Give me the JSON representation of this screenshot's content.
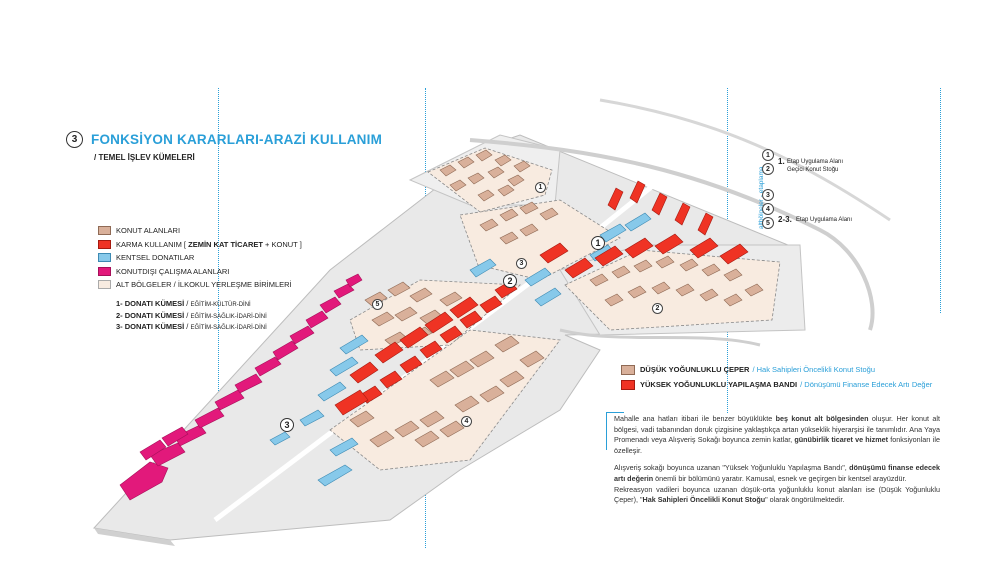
{
  "header": {
    "section_number": "3",
    "title": "FONKSİYON KARARLARI-ARAZİ KULLANIM",
    "subtitle": "/ TEMEL İŞLEV KÜMELERİ"
  },
  "colors": {
    "konut": "#d9b09a",
    "karma": "#ef3324",
    "kentsel_donati": "#87c9ea",
    "konutdisi": "#e2197b",
    "alt_bolge": "#f8ebe0",
    "accent_blue": "#2a9fd8",
    "base_gray": "#e8e8e8"
  },
  "legend": [
    {
      "label": "KONUT ALANLARI",
      "color_key": "konut"
    },
    {
      "label_prefix": "KARMA KULLANIM [ ",
      "label_bold": "ZEMİN KAT TİCARET",
      "label_suffix": " + KONUT ]",
      "color_key": "karma"
    },
    {
      "label": "KENTSEL DONATILAR",
      "color_key": "kentsel_donati"
    },
    {
      "label": "KONUTDIŞI ÇALIŞMA ALANLARI",
      "color_key": "konutdisi"
    },
    {
      "label": "ALT BÖLGELER / İLKOKUL YERLEŞME BİRİMLERİ",
      "color_key": "alt_bolge"
    }
  ],
  "clusters": [
    {
      "name": "1- DONATI KÜMESİ",
      "detail": "EĞİTİM-KÜLTÜR-DİNİ"
    },
    {
      "name": "2- DONATI KÜMESİ",
      "detail": "EĞİTİM-SAĞLIK-İDARİ-DİNİ"
    },
    {
      "name": "3- DONATI KÜMESİ",
      "detail": "EĞİTİM-SAĞLIK-İDARİ-DİNİ"
    }
  ],
  "stages": {
    "vertical_label": "altbölgeler - etaplama",
    "items": [
      "1",
      "2",
      "3",
      "4",
      "5"
    ],
    "stage1_number": "1.",
    "stage1_line1": "Etap Uygulama Alanı",
    "stage1_line2": "Geçici Konut Stoğu",
    "stage23_number": "2-3.",
    "stage23_label": "Etap Uygulama Alanı"
  },
  "density_legend": [
    {
      "label": "DÜŞÜK YOĞUNLUKLU ÇEPER",
      "sub": "/ Hak Sahipleri Öncelikli Konut Stoğu",
      "color_key": "konut"
    },
    {
      "label": "YÜKSEK YOĞUNLUKLU YAPILAŞMA BANDI",
      "sub": "/ Dönüşümü Finanse Edecek Artı Değer",
      "color_key": "karma"
    }
  ],
  "paragraphs": {
    "p1_a": "Mahalle ana hatları itibari ile benzer büyüklükte ",
    "p1_b": "beş konut alt bölgesinden",
    "p1_c": " oluşur. Her konut alt bölgesi, vadi tabanından doruk çizgisine yaklaştıkça artan yükseklik hiyerarşisi ile tanımlıdır. Ana Yaya Promenadı veya Alışveriş Sokağı boyunca zemin katlar, ",
    "p1_d": "günübirlik ticaret ve hizmet",
    "p1_e": " fonksiyonları ile özelleşir.",
    "p2_a": "Alışveriş sokağı boyunca uzanan \"Yüksek Yoğunluklu Yapılaşma Bandı\", ",
    "p2_b": "dönüşümü finanse edecek artı değerin",
    "p2_c": " önemli bir bölümünü yaratır. Kamusal, esnek ve geçirgen bir kentsel arayüzdür.",
    "p3_a": "Rekreasyon vadileri boyunca uzanan düşük-orta yoğunluklu konut alanları ise (Düşük Yoğunluklu Çeper), \"",
    "p3_b": "Hak Sahipleri Öncelikli Konut Stoğu",
    "p3_c": "\" olarak öngörülmektedir."
  },
  "map": {
    "zone_numbers": [
      "1",
      "2",
      "3",
      "4",
      "5"
    ],
    "donati_numbers": [
      "1",
      "2",
      "3"
    ]
  }
}
